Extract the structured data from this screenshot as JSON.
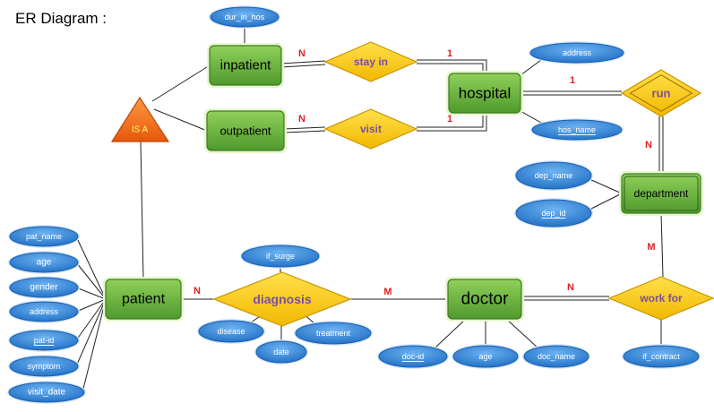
{
  "title": "ER Diagram :",
  "entities": [
    {
      "id": "inpatient",
      "label": "inpatient"
    },
    {
      "id": "outpatient",
      "label": "outpatient"
    },
    {
      "id": "hospital",
      "label": "hospital"
    },
    {
      "id": "department",
      "label": "department"
    },
    {
      "id": "patient",
      "label": "patient"
    },
    {
      "id": "doctor",
      "label": "doctor"
    }
  ],
  "relationships": [
    {
      "id": "stay_in",
      "label": "stay in"
    },
    {
      "id": "visit",
      "label": "visit"
    },
    {
      "id": "run",
      "label": "run"
    },
    {
      "id": "diagnosis",
      "label": "diagnosis"
    },
    {
      "id": "work_for",
      "label": "work for"
    }
  ],
  "isa": {
    "label": "IS A"
  },
  "attributes": [
    {
      "id": "dur_in_hos",
      "label": "dur_in_hos",
      "key": false
    },
    {
      "id": "address_h",
      "label": "address",
      "key": false
    },
    {
      "id": "hos_name",
      "label": "hos_name",
      "key": true
    },
    {
      "id": "dep_name",
      "label": "dep_name",
      "key": false
    },
    {
      "id": "dep_id",
      "label": "dep_id",
      "key": true
    },
    {
      "id": "pat_name",
      "label": "pat_name",
      "key": false
    },
    {
      "id": "age_p",
      "label": "age",
      "key": false
    },
    {
      "id": "gender",
      "label": "gender",
      "key": false
    },
    {
      "id": "address_p",
      "label": "address",
      "key": false
    },
    {
      "id": "pat_id",
      "label": "pat-id",
      "key": true
    },
    {
      "id": "symptom",
      "label": "symptom",
      "key": false
    },
    {
      "id": "visit_date",
      "label": "visit_date",
      "key": false
    },
    {
      "id": "if_surge",
      "label": "if_surge",
      "key": false
    },
    {
      "id": "disease",
      "label": "disease",
      "key": false
    },
    {
      "id": "date",
      "label": "date",
      "key": false
    },
    {
      "id": "treatment",
      "label": "treatment",
      "key": false
    },
    {
      "id": "doc_id",
      "label": "doc-id",
      "key": true
    },
    {
      "id": "age_d",
      "label": "age",
      "key": false
    },
    {
      "id": "doc_name",
      "label": "doc_name",
      "key": false
    },
    {
      "id": "if_contract",
      "label": "if_contract",
      "key": false
    }
  ],
  "cardinalities": [
    {
      "id": "c_inpatient_stay",
      "label": "N"
    },
    {
      "id": "c_stay_hospital",
      "label": "1"
    },
    {
      "id": "c_outpatient_visit",
      "label": "N"
    },
    {
      "id": "c_visit_hospital",
      "label": "1"
    },
    {
      "id": "c_hospital_run",
      "label": "1"
    },
    {
      "id": "c_run_department",
      "label": "N"
    },
    {
      "id": "c_department_work",
      "label": "M"
    },
    {
      "id": "c_patient_diag",
      "label": "N"
    },
    {
      "id": "c_diag_doctor",
      "label": "M"
    },
    {
      "id": "c_doctor_work",
      "label": "N"
    }
  ],
  "colors": {
    "entity_fill": "#6cb33f",
    "entity_stroke": "#3e7a23",
    "relation_fill": "#ffcc00",
    "relation_stroke": "#c99400",
    "relation_text": "#7a4ea3",
    "attribute_fill": "#2f7fd6",
    "attribute_stroke": "#9fc9f0",
    "isa_fill": "#f07a1e",
    "isa_text": "#ffff66",
    "cardinality": "#e02020"
  }
}
